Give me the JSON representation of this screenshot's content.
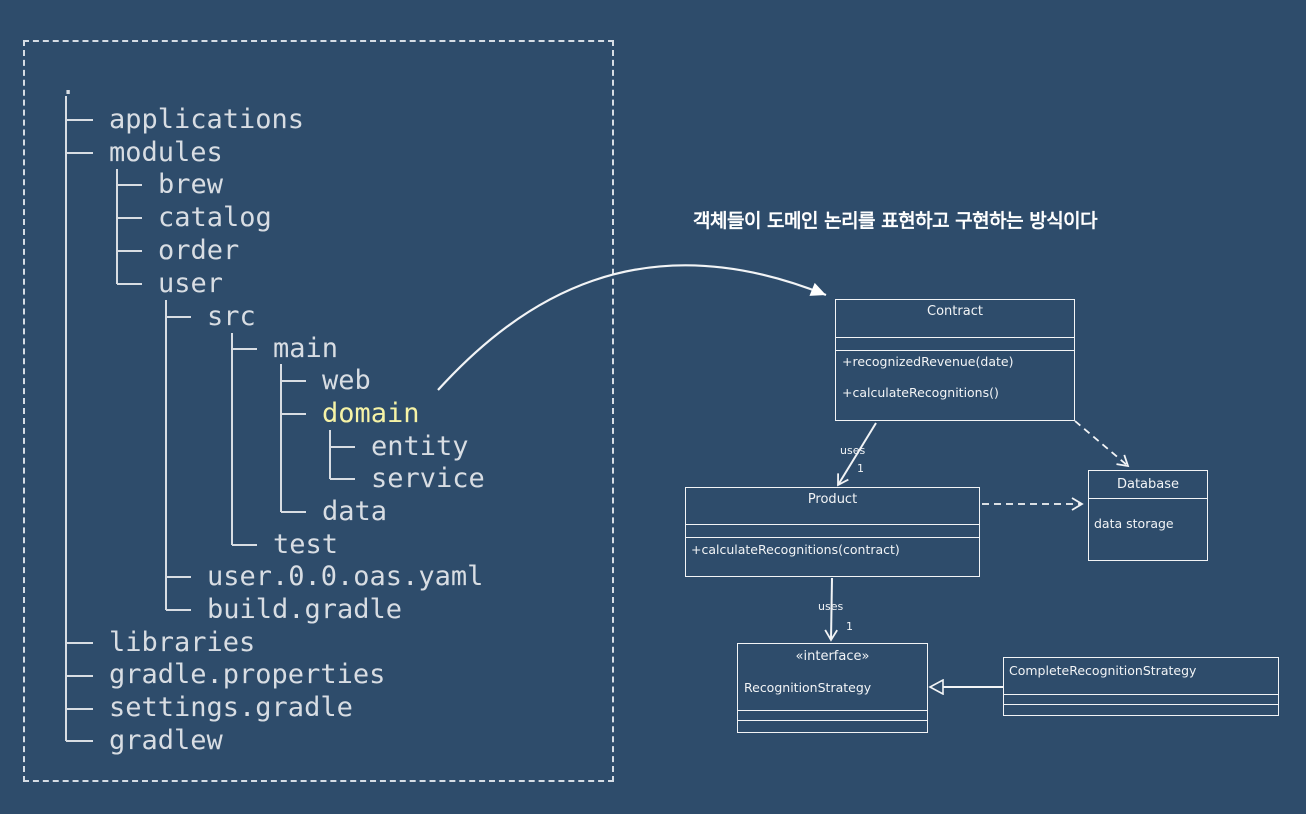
{
  "tree": {
    "nodes": [
      {
        "label": "."
      },
      {
        "label": "applications"
      },
      {
        "label": "modules"
      },
      {
        "label": "brew"
      },
      {
        "label": "catalog"
      },
      {
        "label": "order"
      },
      {
        "label": "user"
      },
      {
        "label": "src"
      },
      {
        "label": "main"
      },
      {
        "label": "web"
      },
      {
        "label": "domain",
        "highlighted": true
      },
      {
        "label": "entity"
      },
      {
        "label": "service"
      },
      {
        "label": "data"
      },
      {
        "label": "test"
      },
      {
        "label": "user.0.0.oas.yaml"
      },
      {
        "label": "build.gradle"
      },
      {
        "label": "libraries"
      },
      {
        "label": "gradle.properties"
      },
      {
        "label": "settings.gradle"
      },
      {
        "label": "gradlew"
      }
    ]
  },
  "diagram": {
    "title": "객체들이 도메인 논리를 표현하고 구현하는 방식이다",
    "contract": {
      "name": "Contract",
      "methods": [
        "+recognizedRevenue(date)",
        "+calculateRecognitions()"
      ]
    },
    "database": {
      "name": "Database",
      "attributes": [
        "data storage"
      ]
    },
    "product": {
      "name": "Product",
      "methods": [
        "+calculateRecognitions(contract)"
      ]
    },
    "recognition_strategy": {
      "stereotype": "«interface»",
      "name": "RecognitionStrategy"
    },
    "complete_strategy": {
      "name": "CompleteRecognitionStrategy"
    },
    "edges": {
      "contract_product": {
        "label": "uses",
        "multiplicity": "1"
      },
      "product_strategy": {
        "label": "uses",
        "multiplicity": "1"
      }
    }
  },
  "colors": {
    "background": "#2e4c6b",
    "text": "#d8dde3",
    "highlight": "#f6f3a6",
    "lines": "#f2f4f6"
  }
}
